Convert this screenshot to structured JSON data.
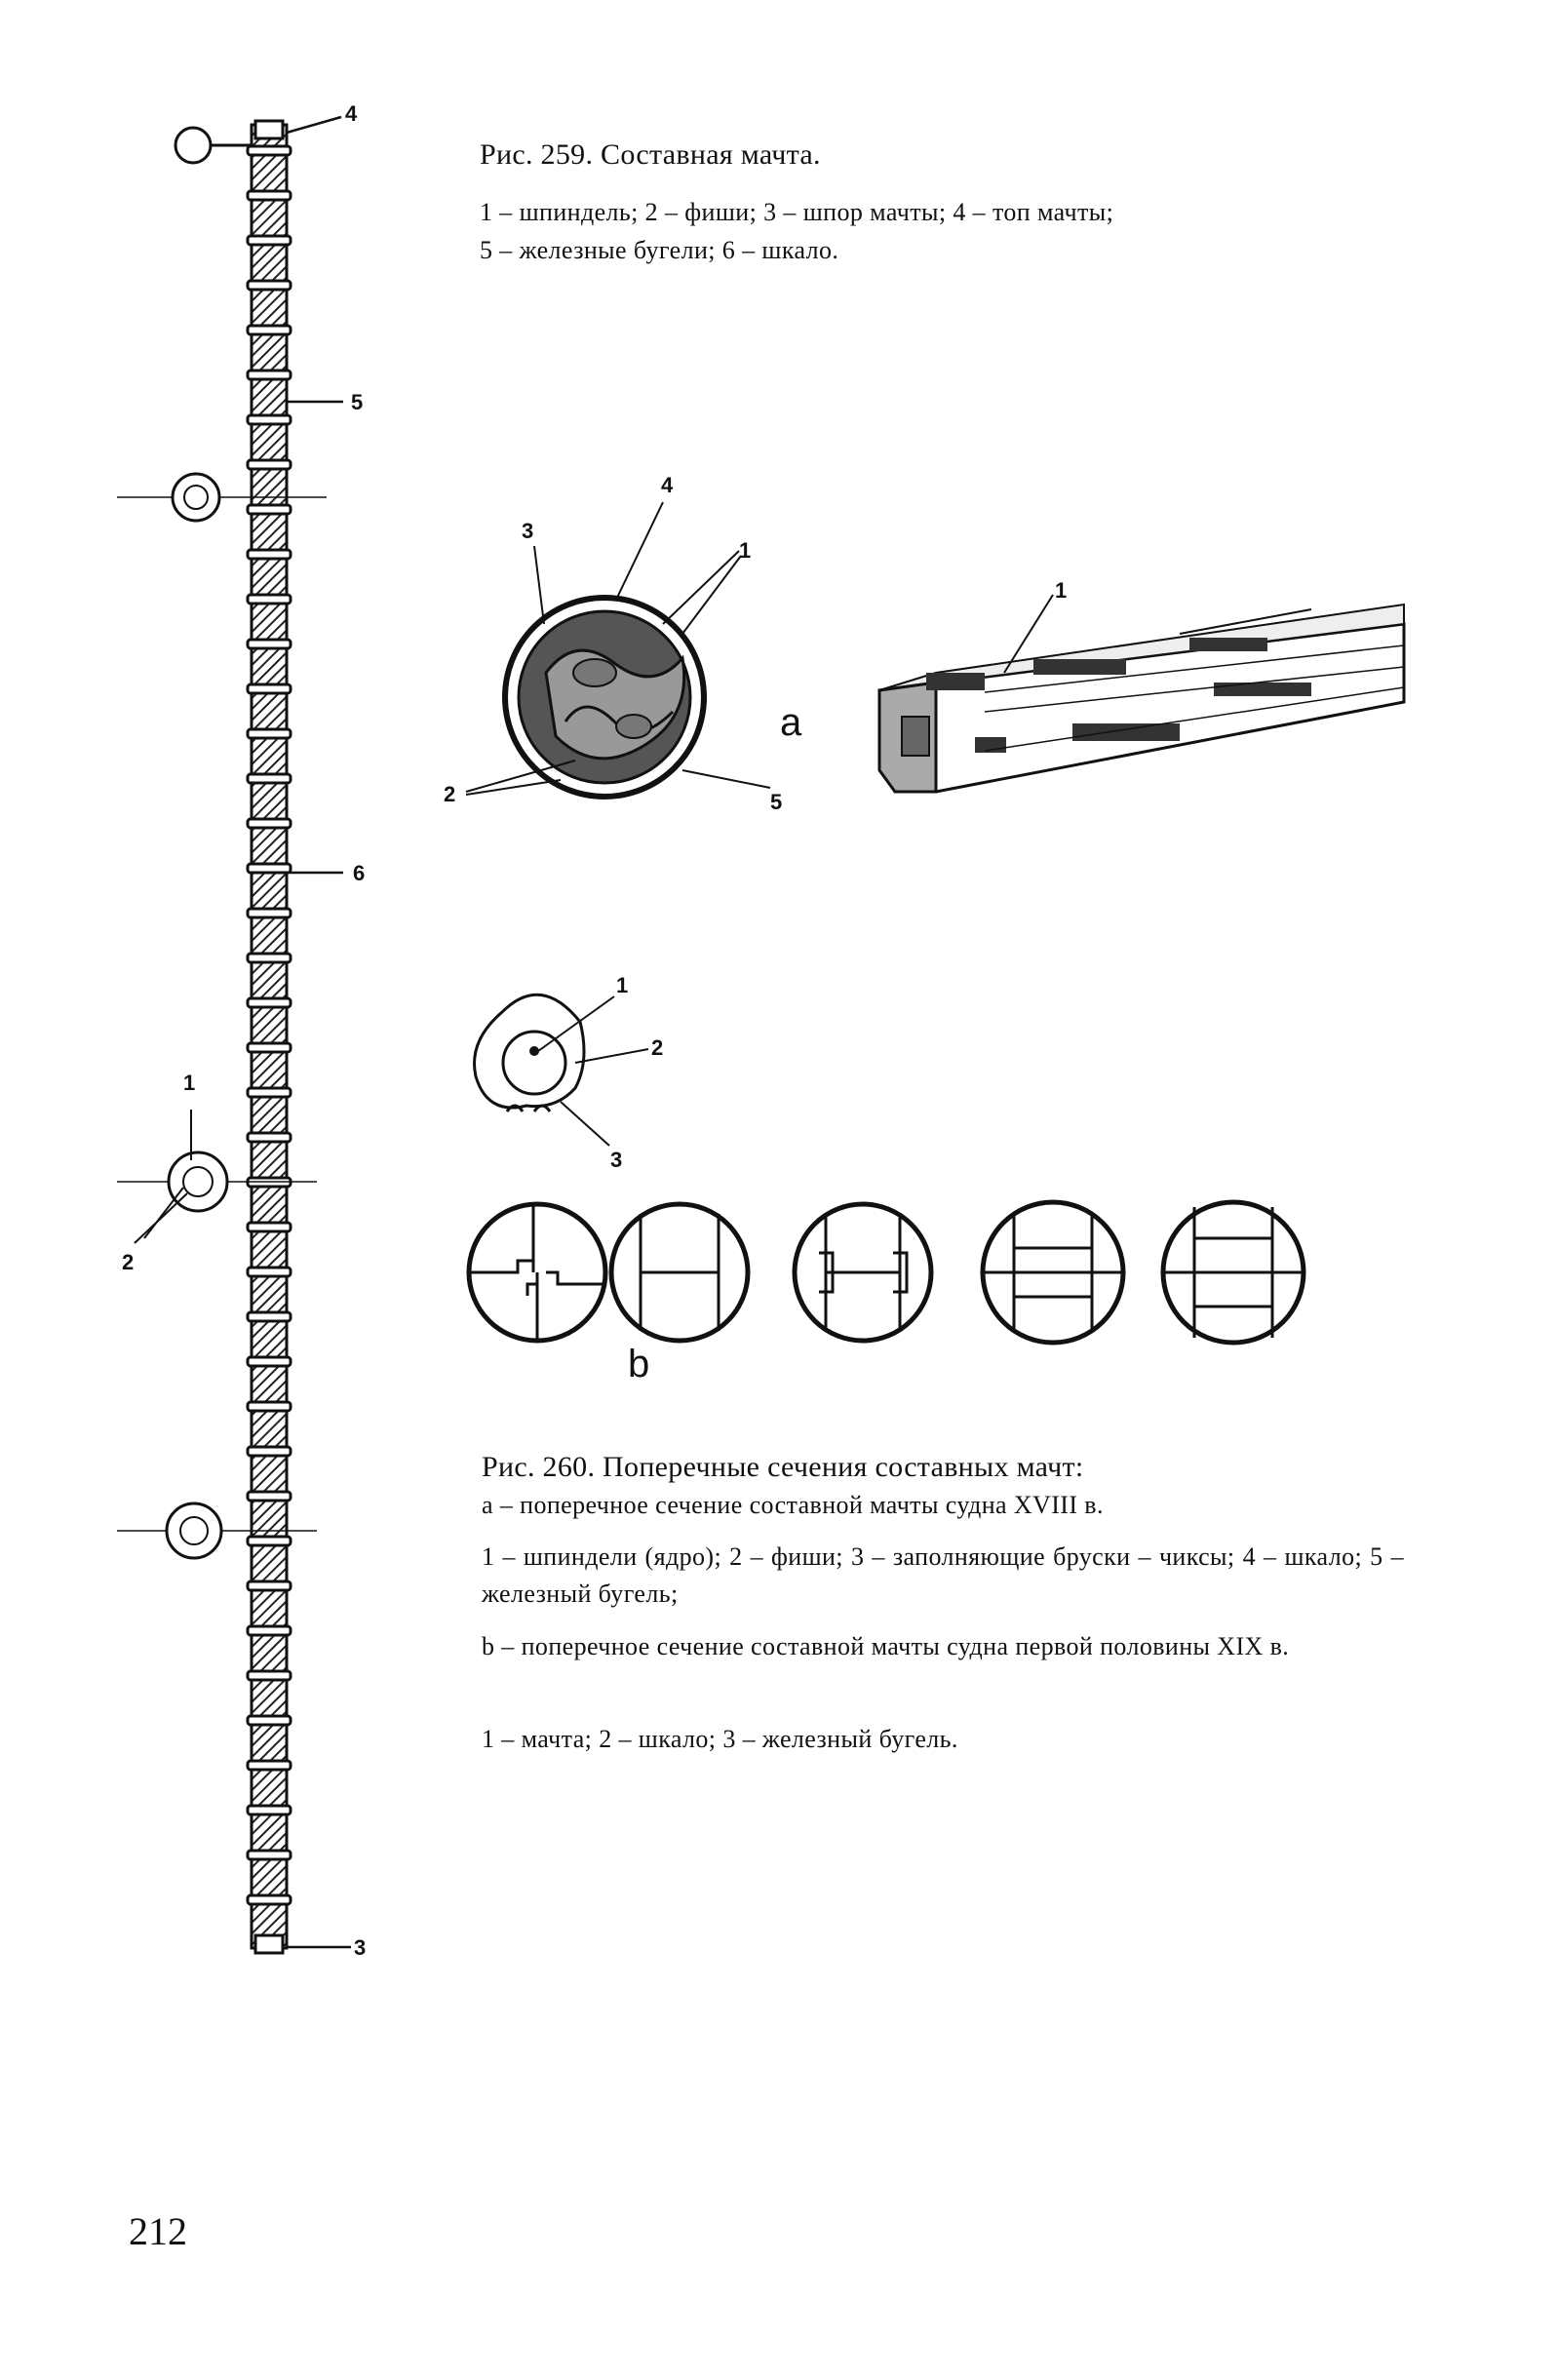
{
  "page_number": "212",
  "fig259": {
    "title": "Рис. 259. Составная мачта.",
    "legend_line1": "1 – шпиндель; 2 – фиши; 3 – шпор мачты; 4 – топ мачты;",
    "legend_line2": "5 – железные бугели; 6 – шкало.",
    "labels": {
      "l1": "1",
      "l2": "2",
      "l3": "3",
      "l4": "4",
      "l5": "5",
      "l6": "6"
    }
  },
  "fig260": {
    "title": "Рис. 260. Поперечные сечения составных мачт:",
    "part_a": "а – поперечное сечение составной мачты судна XVIII в.",
    "part_a_legend": "1 – шпиндели (ядро); 2 – фиши; 3 – заполняющие бруски – чиксы; 4 – шкало; 5 – железный бугель;",
    "part_b": "b – поперечное сечение составной мачты судна первой половины XIX в.",
    "part_b_legend": "1 – мачта; 2 – шкало; 3 – железный бугель.",
    "letter_a": "a",
    "letter_b": "b",
    "labels_a": {
      "l1": "1",
      "l2": "2",
      "l3": "3",
      "l4": "4",
      "l5": "5",
      "l1b": "1"
    },
    "labels_b": {
      "l1": "1",
      "l2": "2",
      "l3": "3"
    }
  }
}
